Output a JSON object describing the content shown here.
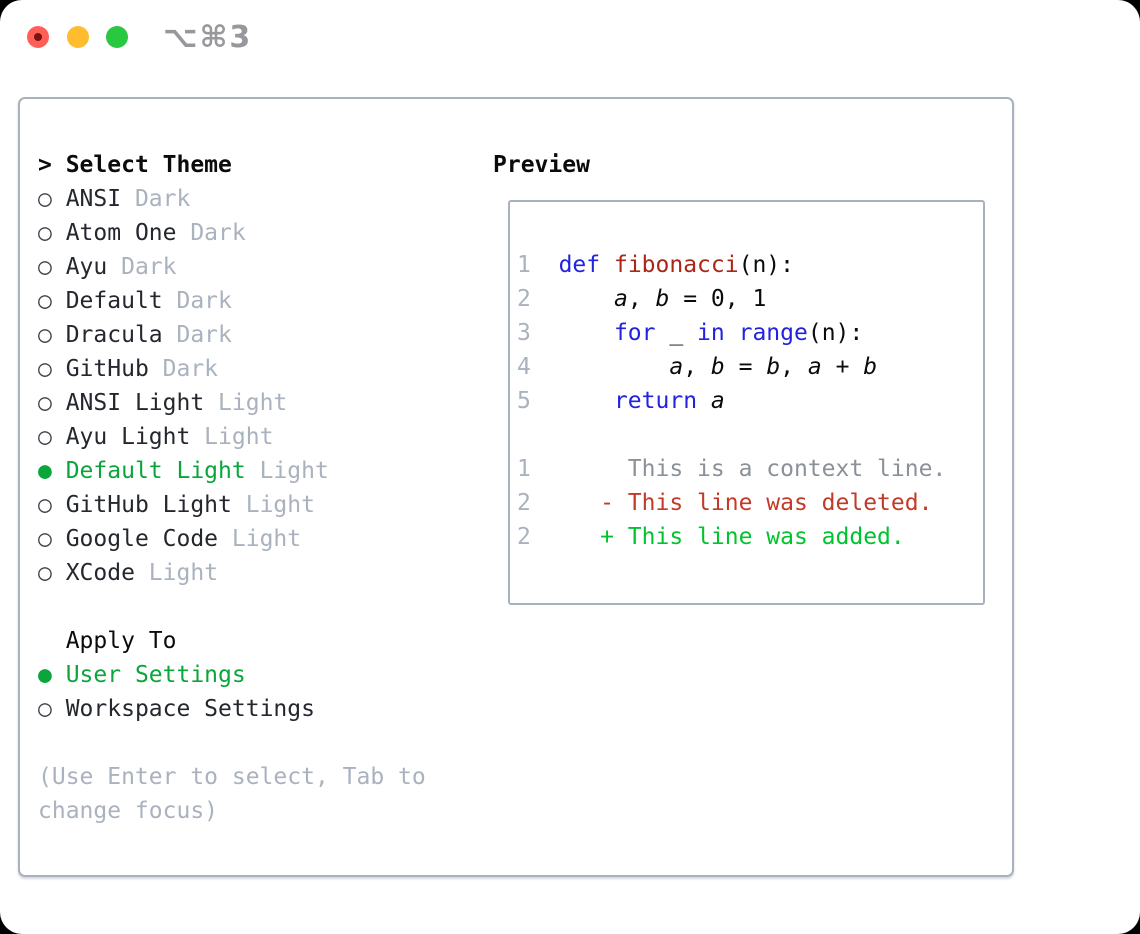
{
  "window": {
    "title": "⌥⌘3",
    "traffic_lights": [
      {
        "name": "close",
        "color": "#FF5F57"
      },
      {
        "name": "minimize",
        "color": "#FEBC2E"
      },
      {
        "name": "zoom",
        "color": "#28C840"
      }
    ]
  },
  "glyphs": {
    "radio_off": "○",
    "radio_on": "●",
    "focus_caret": ">"
  },
  "theme_picker": {
    "heading": "Select Theme",
    "items": [
      {
        "name": "ANSI",
        "variant": "Dark",
        "selected": false
      },
      {
        "name": "Atom One",
        "variant": "Dark",
        "selected": false
      },
      {
        "name": "Ayu",
        "variant": "Dark",
        "selected": false
      },
      {
        "name": "Default",
        "variant": "Dark",
        "selected": false
      },
      {
        "name": "Dracula",
        "variant": "Dark",
        "selected": false
      },
      {
        "name": "GitHub",
        "variant": "Dark",
        "selected": false
      },
      {
        "name": "ANSI Light",
        "variant": "Light",
        "selected": false
      },
      {
        "name": "Ayu Light",
        "variant": "Light",
        "selected": false
      },
      {
        "name": "Default Light",
        "variant": "Light",
        "selected": true
      },
      {
        "name": "GitHub Light",
        "variant": "Light",
        "selected": false
      },
      {
        "name": "Google Code",
        "variant": "Light",
        "selected": false
      },
      {
        "name": "XCode",
        "variant": "Light",
        "selected": false
      }
    ],
    "apply_to": {
      "heading": "Apply To",
      "options": [
        {
          "label": "User Settings",
          "selected": true
        },
        {
          "label": "Workspace Settings",
          "selected": false
        }
      ]
    },
    "hint": "(Use Enter to select, Tab to change focus)"
  },
  "preview": {
    "heading": "Preview",
    "lines": [
      {
        "no": "1",
        "segments": [
          [
            "  ",
            "pl"
          ],
          [
            "def",
            "kw"
          ],
          [
            " ",
            "pl"
          ],
          [
            "fibonacci",
            "fn"
          ],
          [
            "(n):",
            "pl"
          ]
        ]
      },
      {
        "no": "2",
        "segments": [
          [
            "      ",
            "pl"
          ],
          [
            "a",
            "var"
          ],
          [
            ", ",
            "pl"
          ],
          [
            "b",
            "var"
          ],
          [
            " = 0, 1",
            "pl"
          ]
        ]
      },
      {
        "no": "3",
        "segments": [
          [
            "      ",
            "pl"
          ],
          [
            "for",
            "kw"
          ],
          [
            " _ ",
            "pl"
          ],
          [
            "in",
            "kw"
          ],
          [
            " ",
            "pl"
          ],
          [
            "range",
            "kw"
          ],
          [
            "(n):",
            "pl"
          ]
        ]
      },
      {
        "no": "4",
        "segments": [
          [
            "          ",
            "pl"
          ],
          [
            "a",
            "var"
          ],
          [
            ", ",
            "pl"
          ],
          [
            "b",
            "var"
          ],
          [
            " = ",
            "pl"
          ],
          [
            "b",
            "var"
          ],
          [
            ", ",
            "pl"
          ],
          [
            "a",
            "var"
          ],
          [
            " + ",
            "pl"
          ],
          [
            "b",
            "var"
          ]
        ]
      },
      {
        "no": "5",
        "segments": [
          [
            "      ",
            "pl"
          ],
          [
            "return",
            "kw"
          ],
          [
            " ",
            "pl"
          ],
          [
            "a",
            "var"
          ]
        ]
      },
      {
        "no": "",
        "segments": []
      },
      {
        "no": "1",
        "segments": [
          [
            "       This is a context line.",
            "ctx"
          ]
        ]
      },
      {
        "no": "2",
        "segments": [
          [
            "     ",
            "pl"
          ],
          [
            "- This line was deleted.",
            "del"
          ]
        ]
      },
      {
        "no": "2",
        "segments": [
          [
            "     ",
            "pl"
          ],
          [
            "+ This line was added.",
            "add"
          ]
        ]
      }
    ]
  },
  "colors": {
    "traffic_red": "#FF5F57",
    "traffic_red_dot": "#7A1310",
    "traffic_yellow": "#FEBC2E",
    "traffic_green": "#28C840",
    "title_gray": "#97979C",
    "border_gray": "#A9B0BE",
    "accent_green": "#0AA63C",
    "diff_add": "#00C42E",
    "diff_del": "#C23A28",
    "keyword_blue": "#2222DF",
    "function_red": "#AC2617",
    "gray_light": "#A9B2BE",
    "gray_context": "#8B9199",
    "ring_dark": "#3E434B",
    "text_dark": "#24272E",
    "text_black": "#0B0B0C"
  }
}
